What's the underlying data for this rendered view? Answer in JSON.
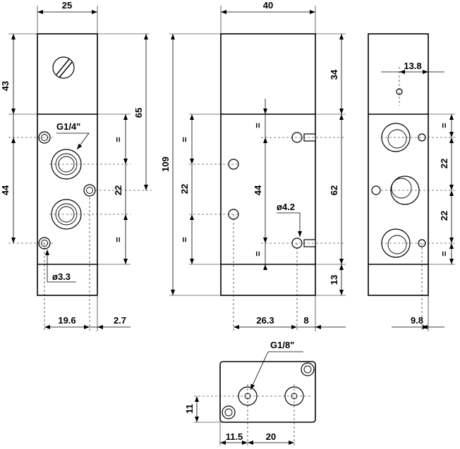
{
  "dimensions": {
    "front_width": "25",
    "front_top_height": "43",
    "front_mid_height": "44",
    "front_upper_height": "65",
    "front_port_pitch": "22",
    "front_port_label": "G1/4\"",
    "front_hole_label": "ø3.3",
    "front_offset_a": "19.6",
    "front_offset_b": "2.7",
    "side_width": "40",
    "side_total_height": "109",
    "side_left_pitch": "22",
    "side_mid_pitch": "44",
    "side_right_pitch": "62",
    "side_top_height": "34",
    "side_bottom_height": "13",
    "side_hole_label": "ø4.2",
    "side_offset_a": "26.3",
    "side_offset_b": "8",
    "right_top_offset": "13.8",
    "right_pitch_upper": "22",
    "right_pitch_lower": "22",
    "right_bottom_offset": "9.8",
    "bottom_port_label": "G1/8\"",
    "bottom_height": "11",
    "bottom_offset_a": "11.5",
    "bottom_offset_b": "20",
    "equal_mark": "="
  }
}
